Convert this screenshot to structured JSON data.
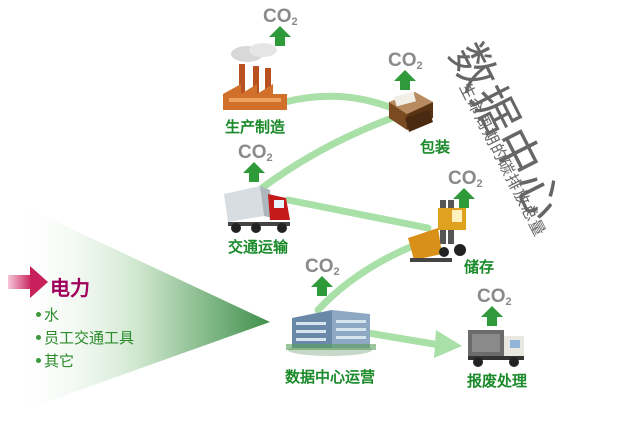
{
  "title": "数据中心",
  "subtitle": "生命周期的碳排放总量",
  "co2_label": {
    "main": "CO",
    "sub": "2"
  },
  "stages": [
    {
      "id": "manufacturing",
      "label": "生产制造",
      "icon": "factory-icon"
    },
    {
      "id": "packaging",
      "label": "包装",
      "icon": "package-icon"
    },
    {
      "id": "transport",
      "label": "交通运输",
      "icon": "truck-icon"
    },
    {
      "id": "storage",
      "label": "储存",
      "icon": "forklift-icon"
    },
    {
      "id": "operation",
      "label": "数据中心运营",
      "icon": "office-building-icon"
    },
    {
      "id": "disposal",
      "label": "报废处理",
      "icon": "garbage-truck-icon"
    }
  ],
  "operation_inputs": {
    "title": "电力",
    "items": [
      "水",
      "员工交通工具",
      "其它"
    ]
  },
  "colors": {
    "label_green": "#1a8a2a",
    "arrow_green": "#2f9a3a",
    "path_green": "#a8e0a8",
    "power_red": "#a0005a",
    "title_gray": "#666666"
  }
}
